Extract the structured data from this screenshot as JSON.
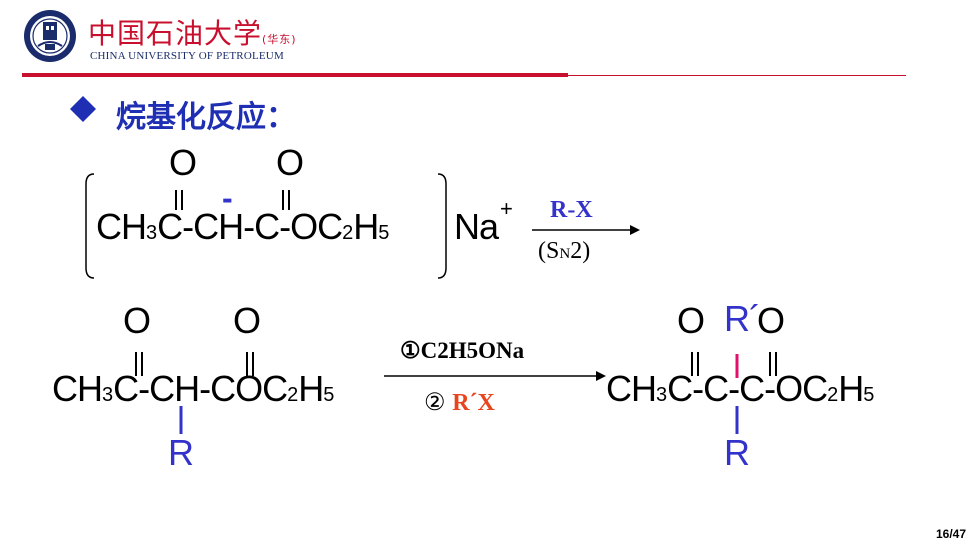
{
  "header": {
    "university_cn": "中国石油大学",
    "campus": "(华东)",
    "university_en": "CHINA UNIVERSITY OF PETROLEUM"
  },
  "heading": {
    "text": "烷基化反应："
  },
  "reaction1": {
    "oxygen": "O",
    "ch3": "CH",
    "c": "C",
    "ch": "CH",
    "oc2h5": "-OC",
    "h5": "H",
    "sub3": "3",
    "sub2": "2",
    "sub5": "5",
    "dash": "-",
    "charge": "-",
    "counter_ion": "Na",
    "plus": "+",
    "reagent": "R-X",
    "condition_open": "(S",
    "condition_sub": "N",
    "condition_close": "2)"
  },
  "reaction2": {
    "oxygen": "O",
    "ch3": "CH",
    "sub3": "3",
    "c": "C",
    "ch": "CH",
    "coc": "COC",
    "sub2": "2",
    "h": "H",
    "sub5": "5",
    "dash": "-",
    "substituent": "R",
    "step1": "①C2H5ONa",
    "step2_num": "②",
    "step2_reagent": "R´X"
  },
  "product": {
    "oxygen": "O",
    "r_prime": "R´",
    "ch3": "CH",
    "sub3": "3",
    "c": "C",
    "oc": "-OC",
    "sub2": "2",
    "h": "H",
    "sub5": "5",
    "dash": "-",
    "substituent": "R"
  },
  "colors": {
    "blue": "#3333cc",
    "red": "#c8102e",
    "orange_red": "#e8451e",
    "magenta": "#e0106a",
    "heading": "#1f2fb3"
  },
  "page": {
    "number": "16/47"
  }
}
